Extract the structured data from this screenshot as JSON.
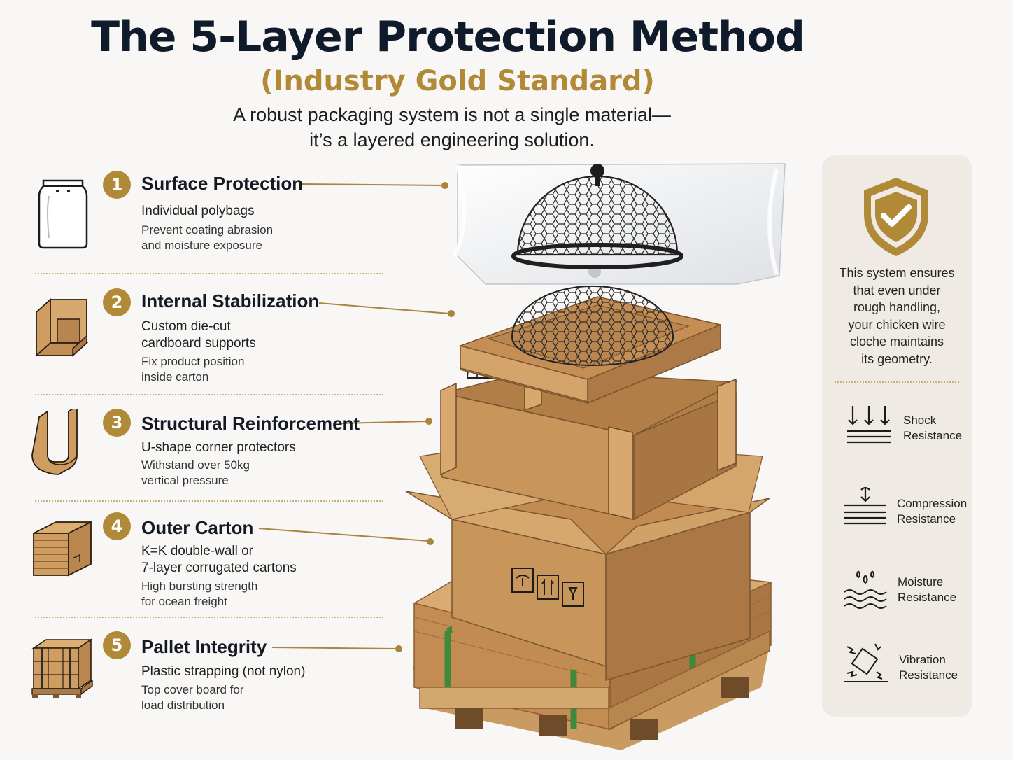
{
  "header": {
    "title": "The 5-Layer Protection Method",
    "subtitle": "(Industry Gold Standard)",
    "intro": "A robust packaging system is not a single material—\nit’s a layered engineering solution."
  },
  "layers": [
    {
      "number": "1",
      "title": "Surface Protection",
      "main": "Individual polybags",
      "sub": "Prevent coating abrasion\nand moisture exposure",
      "icon": "polybag-icon"
    },
    {
      "number": "2",
      "title": "Internal Stabilization",
      "main": "Custom die-cut\ncardboard supports",
      "sub": "Fix product position\ninside carton",
      "icon": "die-cut-support-icon"
    },
    {
      "number": "3",
      "title": "Structural Reinforcement",
      "main": "U-shape corner protectors",
      "sub": "Withstand over 50kg\nvertical pressure",
      "icon": "u-corner-protector-icon"
    },
    {
      "number": "4",
      "title": "Outer Carton",
      "main": "K=K double-wall or\n7-layer corrugated cartons",
      "sub": "High bursting strength\nfor ocean freight",
      "icon": "corrugated-carton-icon"
    },
    {
      "number": "5",
      "title": "Pallet Integrity",
      "main": "Plastic strapping (not nylon)",
      "sub": "Top cover board for\nload distribution",
      "icon": "pallet-icon"
    }
  ],
  "panel": {
    "icon": "shield-check-icon",
    "description": "This system ensures\nthat even under\nrough handling,\nyour chicken wire\ncloche maintains\nits geometry.",
    "features": [
      {
        "label": "Shock\nResistance",
        "icon": "shock-icon"
      },
      {
        "label": "Compression\nResistance",
        "icon": "compression-icon"
      },
      {
        "label": "Moisture\nResistance",
        "icon": "moisture-icon"
      },
      {
        "label": "Vibration\nResistance",
        "icon": "vibration-icon"
      }
    ]
  },
  "colors": {
    "gold": "#b08a36",
    "navy": "#0f1a2b",
    "kraft": "#c8965c",
    "strap": "#3f8a3a",
    "panel_bg": "#efeae3"
  }
}
